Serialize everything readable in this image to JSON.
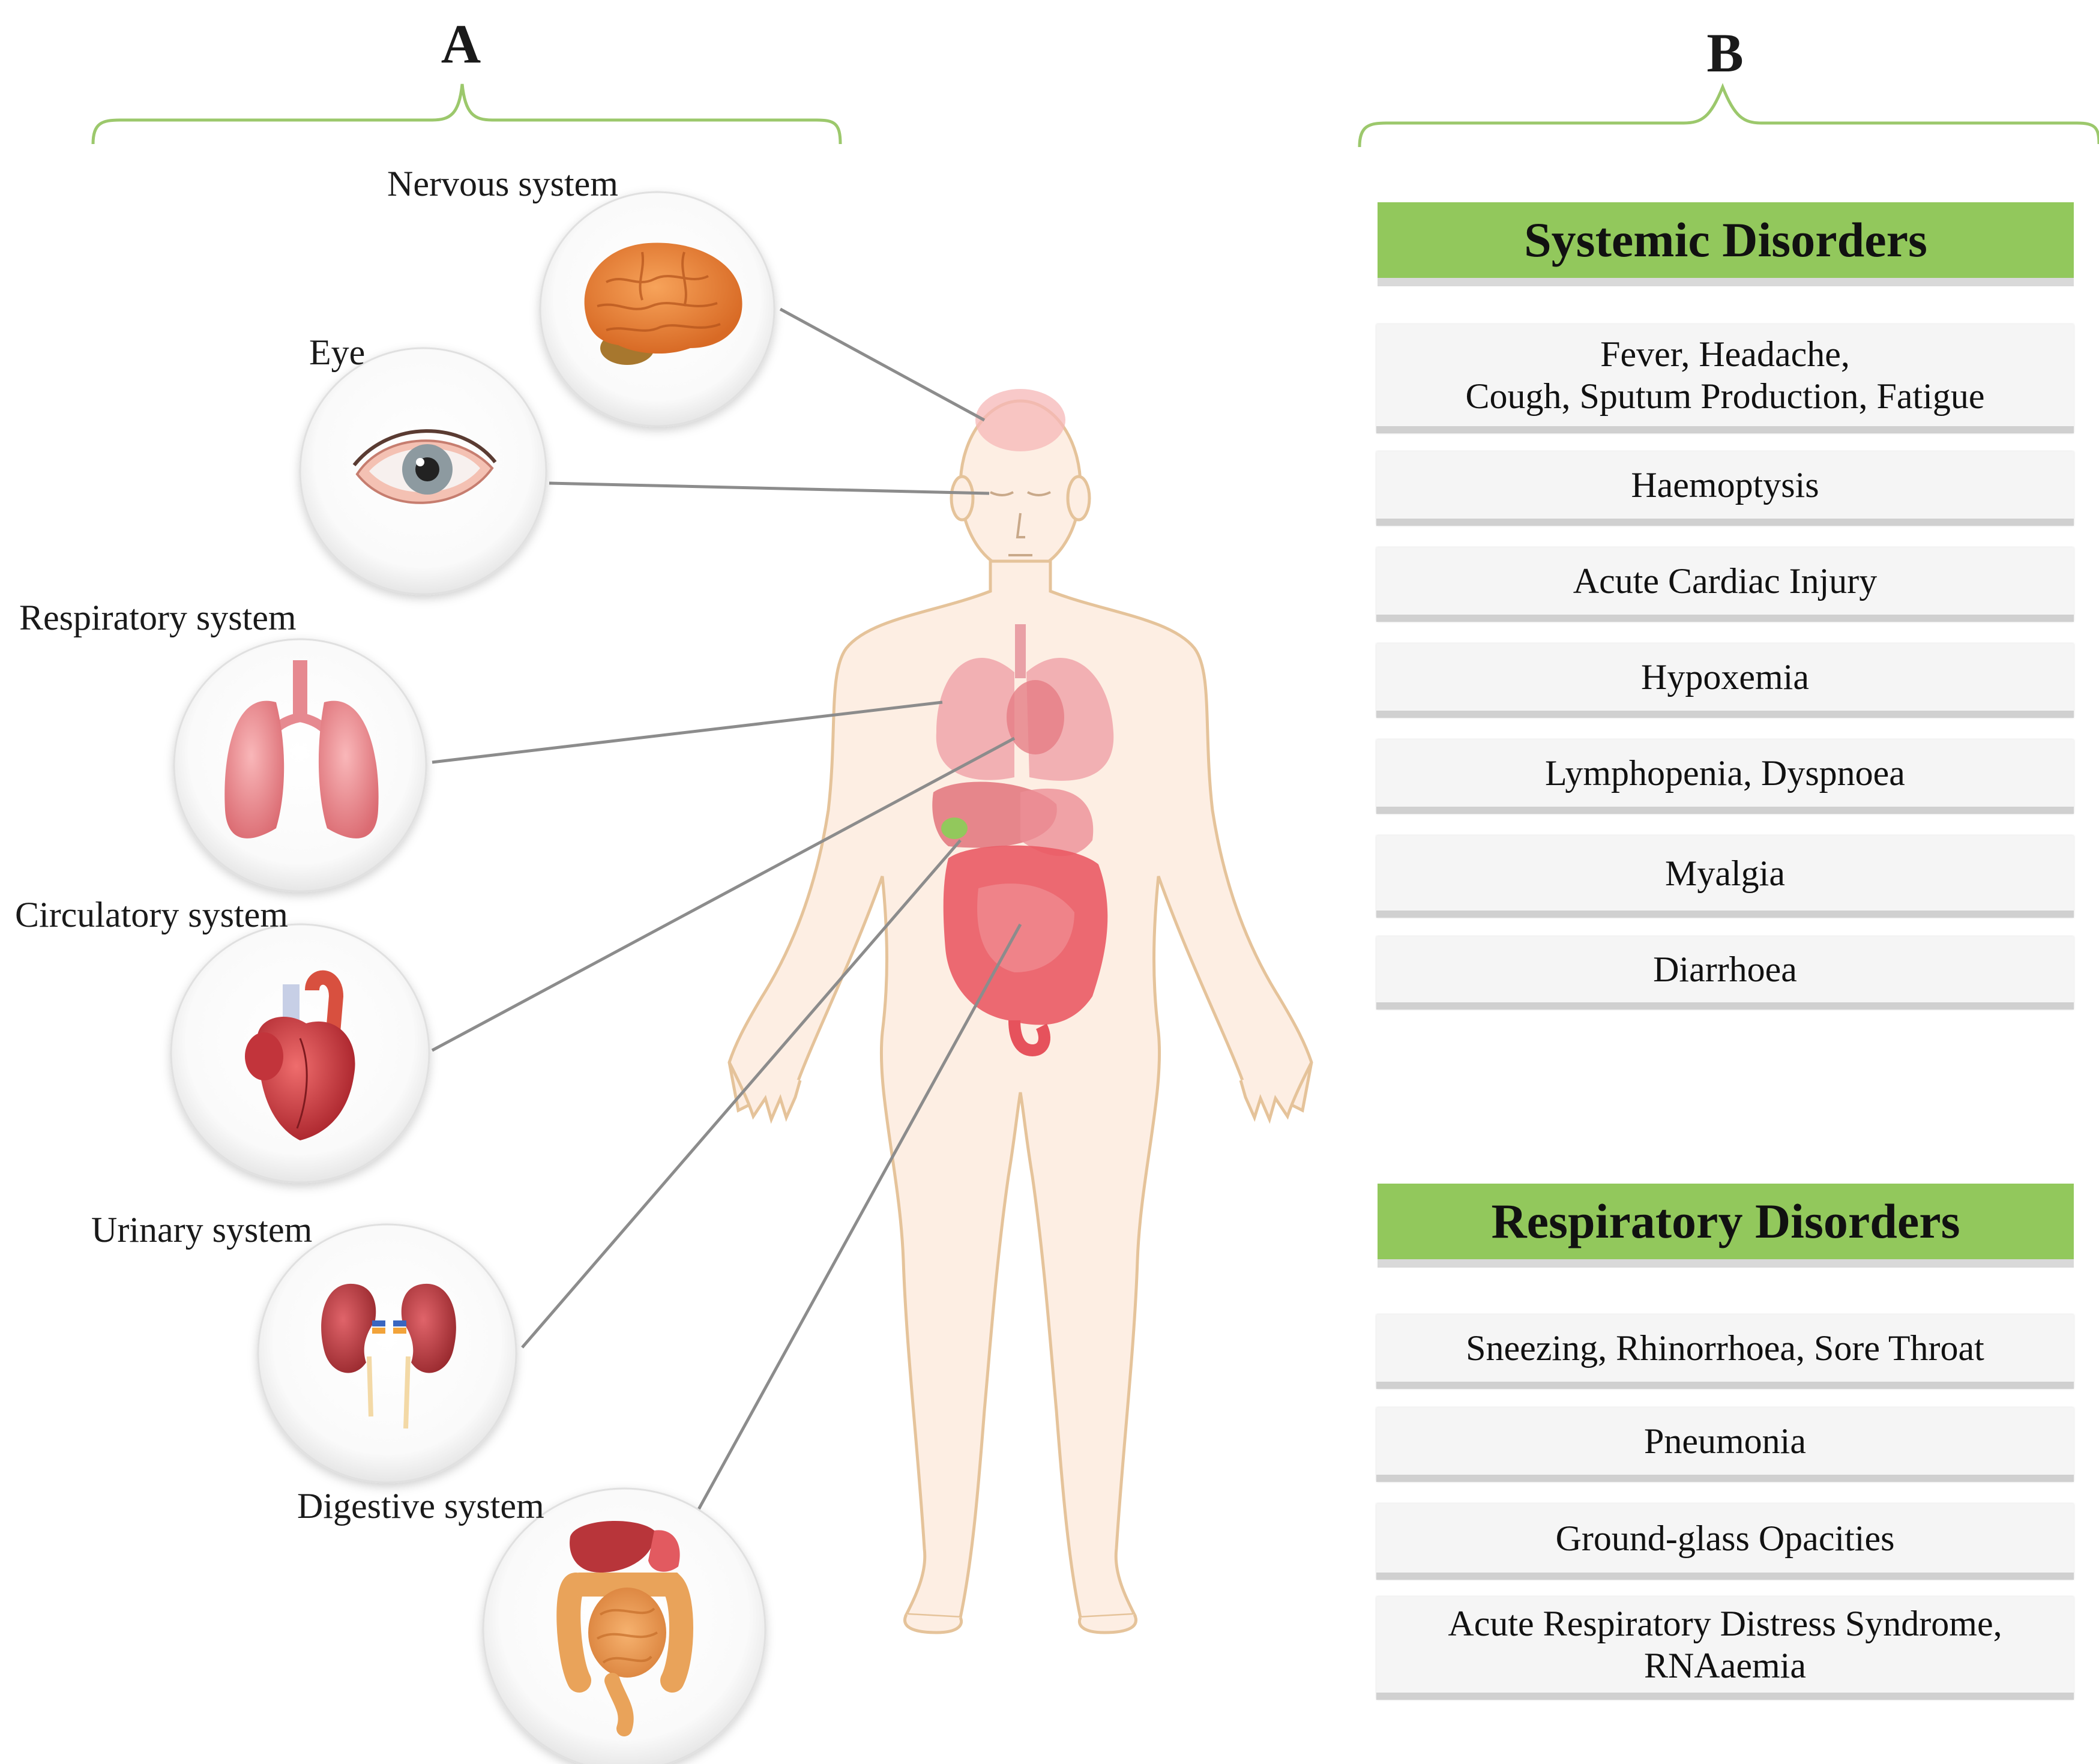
{
  "panel_a": {
    "letter": "A",
    "systems": [
      {
        "id": "nervous",
        "label": "Nervous system",
        "icon": "brain-icon"
      },
      {
        "id": "eye",
        "label": "Eye",
        "icon": "eye-icon"
      },
      {
        "id": "respiratory",
        "label": "Respiratory system",
        "icon": "lungs-icon"
      },
      {
        "id": "circulatory",
        "label": "Circulatory system",
        "icon": "heart-icon"
      },
      {
        "id": "urinary",
        "label": "Urinary system",
        "icon": "kidneys-icon"
      },
      {
        "id": "digestive",
        "label": "Digestive system",
        "icon": "digestive-tract-icon"
      }
    ]
  },
  "panel_b": {
    "letter": "B",
    "groups": [
      {
        "title": "Systemic Disorders",
        "items": [
          [
            "Fever, Headache,",
            "Cough, Sputum Production, Fatigue"
          ],
          [
            "Haemoptysis"
          ],
          [
            "Acute Cardiac Injury"
          ],
          [
            "Hypoxemia"
          ],
          [
            "Lymphopenia, Dyspnoea"
          ],
          [
            "Myalgia"
          ],
          [
            "Diarrhoea"
          ]
        ]
      },
      {
        "title": "Respiratory Disorders",
        "items": [
          [
            "Sneezing, Rhinorrhoea, Sore Throat"
          ],
          [
            "Pneumonia"
          ],
          [
            "Ground-glass Opacities"
          ],
          [
            "Acute Respiratory Distress Syndrome,",
            "RNAaemia"
          ]
        ]
      }
    ]
  },
  "colors": {
    "brace": "#9cc86c",
    "header_fill": "#92c85c",
    "body_fill": "#fdeee3",
    "body_outline": "#e5c39a",
    "connector": "#8c8c8c"
  }
}
